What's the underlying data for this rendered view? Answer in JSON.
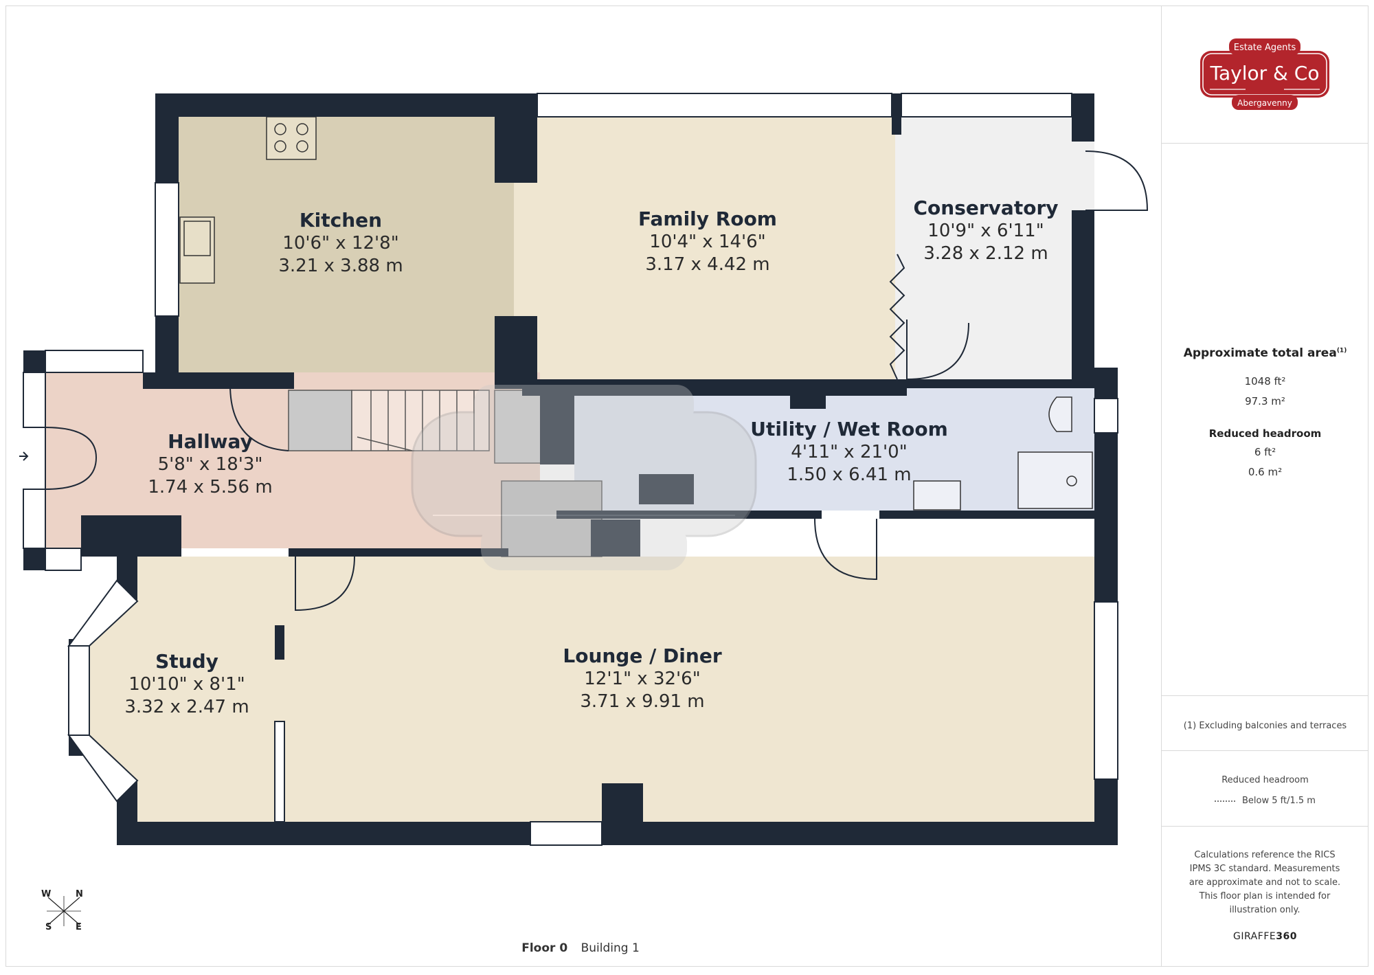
{
  "brand_logo": {
    "top_line": "Estate Agents",
    "name": "Taylor & Co",
    "bottom_line": "Abergavenny",
    "color": "#b3252c"
  },
  "rooms": [
    {
      "key": "kitchen",
      "name": "Kitchen",
      "imperial": "10'6\" x 12'8\"",
      "metric": "3.21 x 3.88 m",
      "color": "#d8cfb5"
    },
    {
      "key": "family_room",
      "name": "Family Room",
      "imperial": "10'4\" x 14'6\"",
      "metric": "3.17 x 4.42 m",
      "color": "#efe6d1"
    },
    {
      "key": "conservatory",
      "name": "Conservatory",
      "imperial": "10'9\" x 6'11\"",
      "metric": "3.28 x 2.12 m",
      "color": "#f0f0f0"
    },
    {
      "key": "hallway",
      "name": "Hallway",
      "imperial": "5'8\" x 18'3\"",
      "metric": "1.74 x 5.56 m",
      "color": "#ecd3c7"
    },
    {
      "key": "utility",
      "name": "Utility / Wet Room",
      "imperial": "4'11\" x 21'0\"",
      "metric": "1.50 x 6.41 m",
      "color": "#dde2ee"
    },
    {
      "key": "study",
      "name": "Study",
      "imperial": "10'10\" x 8'1\"",
      "metric": "3.32 x 2.47 m",
      "color": "#efe6d1"
    },
    {
      "key": "lounge",
      "name": "Lounge / Diner",
      "imperial": "12'1\" x 32'6\"",
      "metric": "3.71 x 9.91 m",
      "color": "#efe6d1"
    }
  ],
  "wall_color": "#1f2937",
  "floor_caption": {
    "floor": "Floor 0",
    "building": "Building 1"
  },
  "compass": {
    "w": "W",
    "n": "N",
    "s": "S",
    "e": "E"
  },
  "side_panel": {
    "area_title": "Approximate total area",
    "area_sup": "(1)",
    "area_ft": "1048 ft²",
    "area_m": "97.3 m²",
    "reduced_title": "Reduced headroom",
    "reduced_ft": "6 ft²",
    "reduced_m": "0.6 m²",
    "footnote": "(1) Excluding balconies and terraces",
    "legend_title": "Reduced headroom",
    "legend_item": "Below 5 ft/1.5 m",
    "disclaimer": "Calculations reference the RICS IPMS 3C standard. Measurements are approximate and not to scale. This floor plan is intended for illustration only.",
    "brand_a": "GIRAFFE",
    "brand_b": "360"
  }
}
